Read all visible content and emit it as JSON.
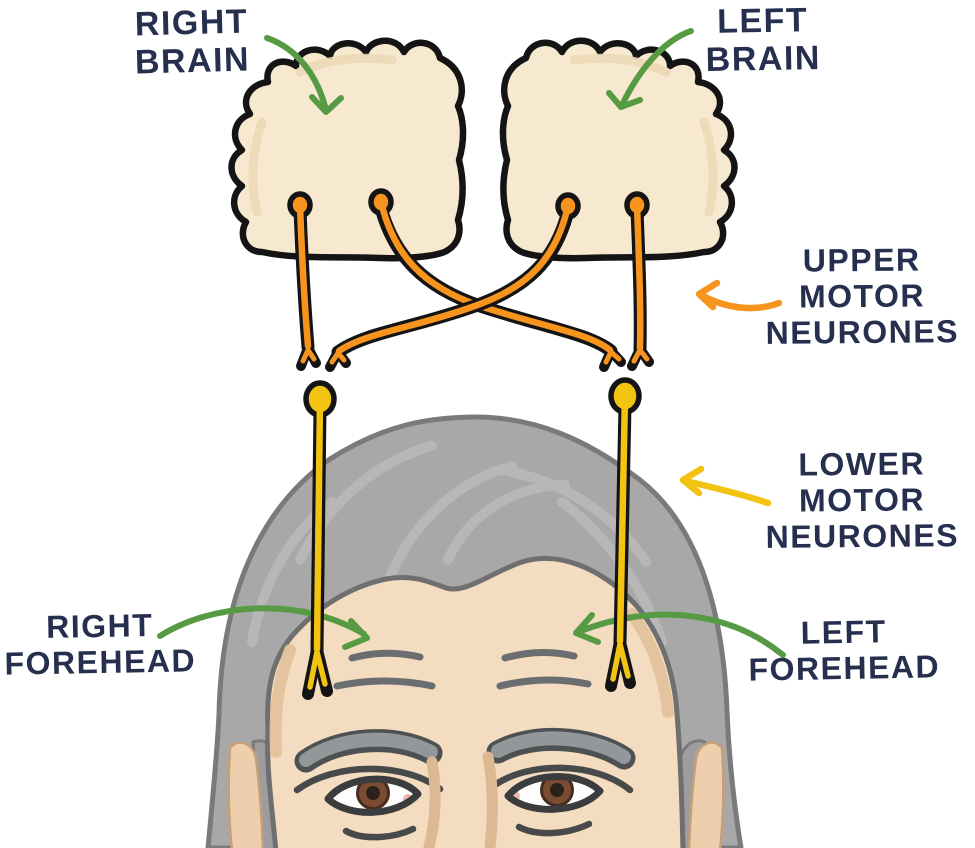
{
  "labels": {
    "right_brain": "RIGHT\nBRAIN",
    "left_brain": "LEFT\nBRAIN",
    "upper_motor_neurones": "UPPER\nMOTOR\nNEURONES",
    "lower_motor_neurones": "LOWER\nMOTOR\nNEURONES",
    "right_forehead": "RIGHT\nFOREHEAD",
    "left_forehead": "LEFT\nFOREHEAD"
  },
  "colors": {
    "label_text": "#26304e",
    "green_arrow": "#579a44",
    "orange_neurone": "#f7941e",
    "yellow_neurone": "#f2c411",
    "outline_black": "#141414",
    "brain_fill": "#f7e9d0",
    "brain_shade": "#ecd8b6",
    "hair_gray": "#a8a8a8",
    "skin": "#f3dcbf"
  },
  "legend": {
    "upper_motor_neurones_arrow_color": "#f7941e",
    "lower_motor_neurones_arrow_color": "#f2c411",
    "brain_arrows_color": "#579a44",
    "forehead_arrows_color": "#579a44"
  }
}
